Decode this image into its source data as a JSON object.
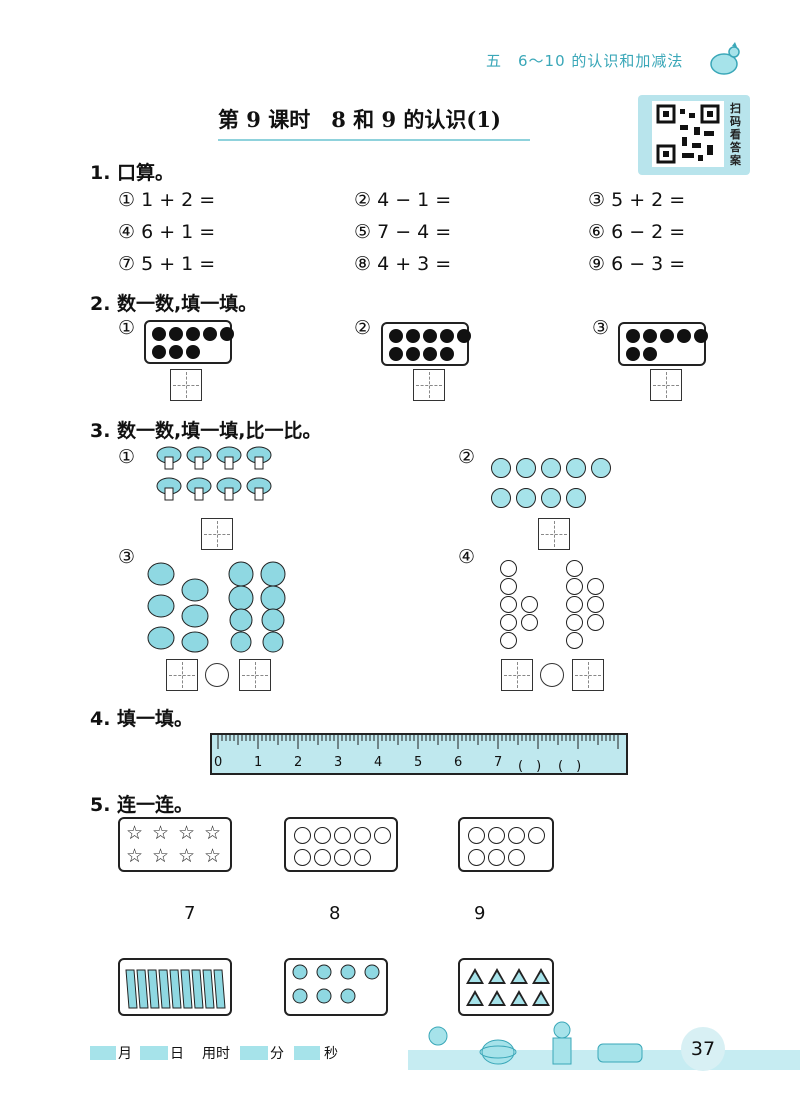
{
  "header": {
    "chapter": "五　6～10 的认识和加减法",
    "title": "第 9 课时　8 和 9 的认识(1)",
    "qr_label": "扫码看答案"
  },
  "q1": {
    "heading": "1. 口算。",
    "items": [
      "① 1 + 2 =",
      "② 4 − 1 =",
      "③ 5 + 2 =",
      "④ 6 + 1 =",
      "⑤ 7 − 4 =",
      "⑥ 6 − 2 =",
      "⑦ 5 + 1 =",
      "⑧ 4 + 3 =",
      "⑨ 6 − 3 ="
    ]
  },
  "q2": {
    "heading": "2. 数一数,填一填。",
    "labels": [
      "①",
      "②",
      "③"
    ],
    "dot_counts": [
      8,
      9,
      7
    ]
  },
  "q3": {
    "heading": "3. 数一数,填一填,比一比。",
    "labels": [
      "①",
      "②",
      "③",
      "④"
    ],
    "mushroom_count": 8,
    "circle_count": 9,
    "cows": 6,
    "kids": 8,
    "left_column_circles": 7,
    "right_column_circles": 8
  },
  "q4": {
    "heading": "4. 填一填。",
    "ruler_labels": [
      "0",
      "1",
      "2",
      "3",
      "4",
      "5",
      "6",
      "7",
      "(　)",
      "(　)"
    ]
  },
  "q5": {
    "heading": "5. 连一连。",
    "numbers": [
      "7",
      "8",
      "9"
    ],
    "top_groups": {
      "stars": 8,
      "circles_a": 9,
      "circles_b": 7
    },
    "bottom_groups": {
      "pencils": 9,
      "animals": 7,
      "triangles": 8
    }
  },
  "footer": {
    "month": "月",
    "day": "日",
    "time_used": "用时",
    "minutes": "分",
    "seconds": "秒",
    "page": "37"
  },
  "colors": {
    "accent": "#3aa7b8",
    "light_cyan": "#a6e3ea"
  },
  "icons": [
    "qr-code-icon",
    "rooster-icon",
    "mushroom-icon",
    "cow-icon",
    "kid-face-icon",
    "pencil-icon",
    "animal-icon",
    "decor-icon"
  ]
}
